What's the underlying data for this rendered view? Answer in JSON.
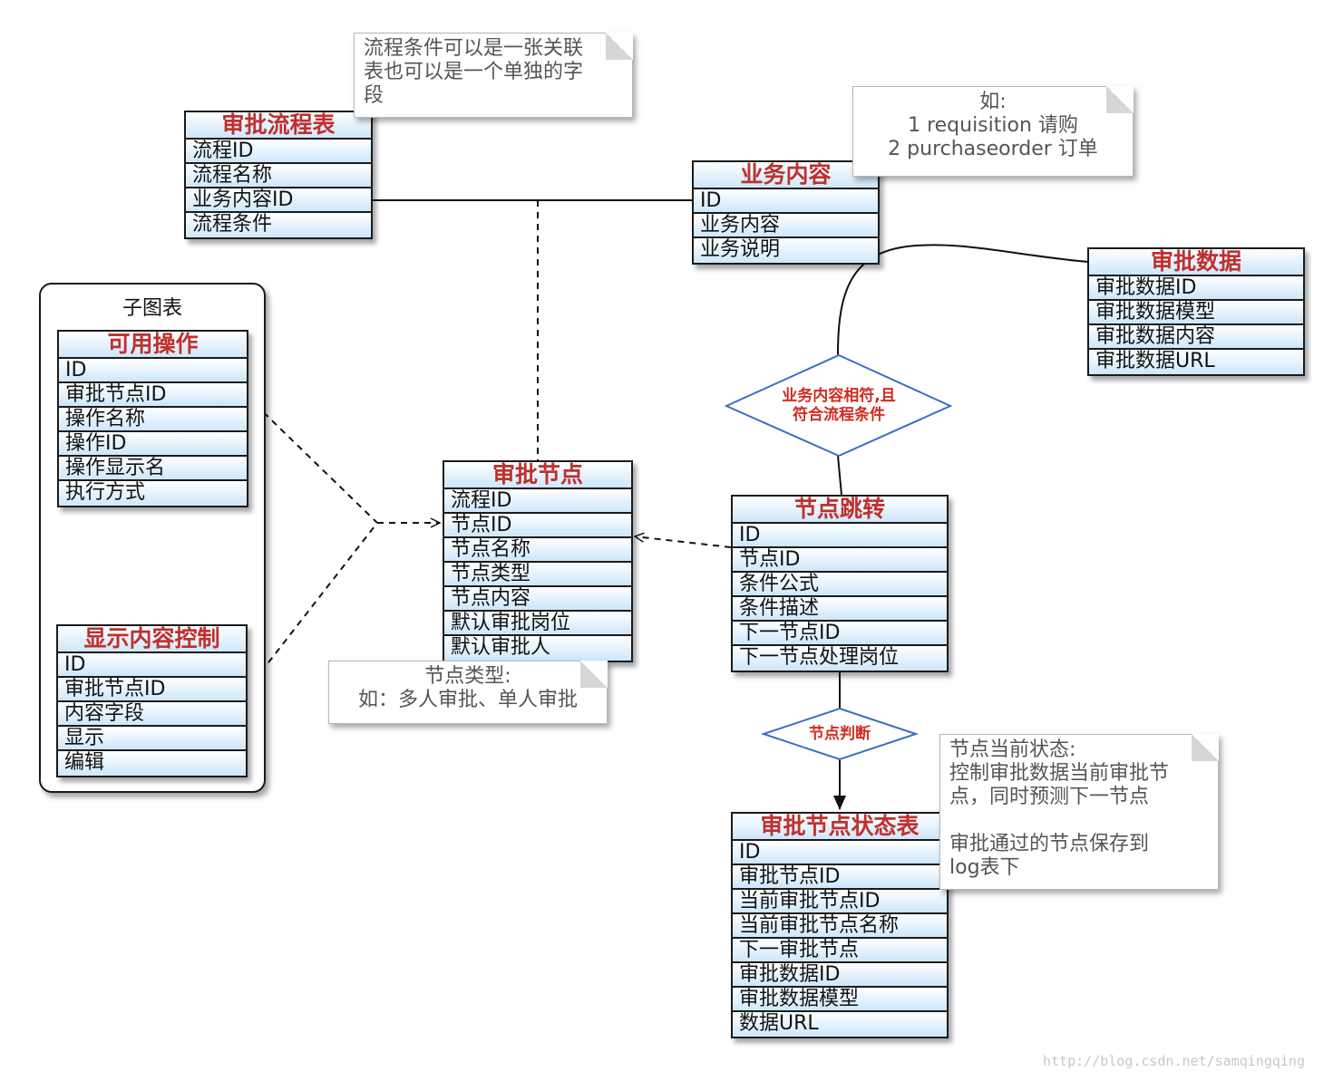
{
  "tables": {
    "process": {
      "title": "审批流程表",
      "rows": [
        "流程ID",
        "流程名称",
        "业务内容ID",
        "流程条件"
      ]
    },
    "business": {
      "title": "业务内容",
      "rows": [
        "ID",
        "业务内容",
        "业务说明"
      ]
    },
    "approval_data": {
      "title": "审批数据",
      "rows": [
        "审批数据ID",
        "审批数据模型",
        "审批数据内容",
        "审批数据URL"
      ]
    },
    "operations": {
      "title": "可用操作",
      "rows": [
        "ID",
        "审批节点ID",
        "操作名称",
        "操作ID",
        "操作显示名",
        "执行方式"
      ]
    },
    "display_control": {
      "title": "显示内容控制",
      "rows": [
        "ID",
        "审批节点ID",
        "内容字段",
        "显示",
        "编辑"
      ]
    },
    "node": {
      "title": "审批节点",
      "rows": [
        "流程ID",
        "节点ID",
        "节点名称",
        "节点类型",
        "节点内容",
        "默认审批岗位",
        "默认审批人"
      ]
    },
    "node_jump": {
      "title": "节点跳转",
      "rows": [
        "ID",
        "节点ID",
        "条件公式",
        "条件描述",
        "下一节点ID",
        "下一节点处理岗位"
      ]
    },
    "node_state": {
      "title": "审批节点状态表",
      "rows": [
        "ID",
        "审批节点ID",
        "当前审批节点ID",
        "当前审批节点名称",
        "下一审批节点",
        "审批数据ID",
        "审批数据模型",
        "数据URL"
      ]
    }
  },
  "notes": {
    "condition": {
      "lines": [
        "流程条件可以是一张关联",
        "表也可以是一个单独的字",
        "段"
      ]
    },
    "example": {
      "lines": [
        "如:",
        "1 requisition 请购",
        "2 purchaseorder 订单"
      ]
    },
    "node_type": {
      "lines": [
        "节点类型:",
        "如：多人审批、单人审批"
      ]
    },
    "node_state": {
      "lines": [
        "节点当前状态:",
        "控制审批数据当前审批节",
        "点，同时预测下一节点",
        "",
        "审批通过的节点保存到",
        "log表下"
      ]
    }
  },
  "group": {
    "title": "子图表"
  },
  "decisions": {
    "match": {
      "lines": [
        "业务内容相符,且",
        "符合流程条件"
      ]
    },
    "judge": {
      "lines": [
        "节点判断"
      ]
    }
  },
  "watermark": "http://blog.csdn.net/samqingqing",
  "colors": {
    "table_title": "#c0302d",
    "row_fill": "#cde7fb",
    "diamond_stroke": "#3a6fc4",
    "diamond_text": "#d22b20"
  }
}
